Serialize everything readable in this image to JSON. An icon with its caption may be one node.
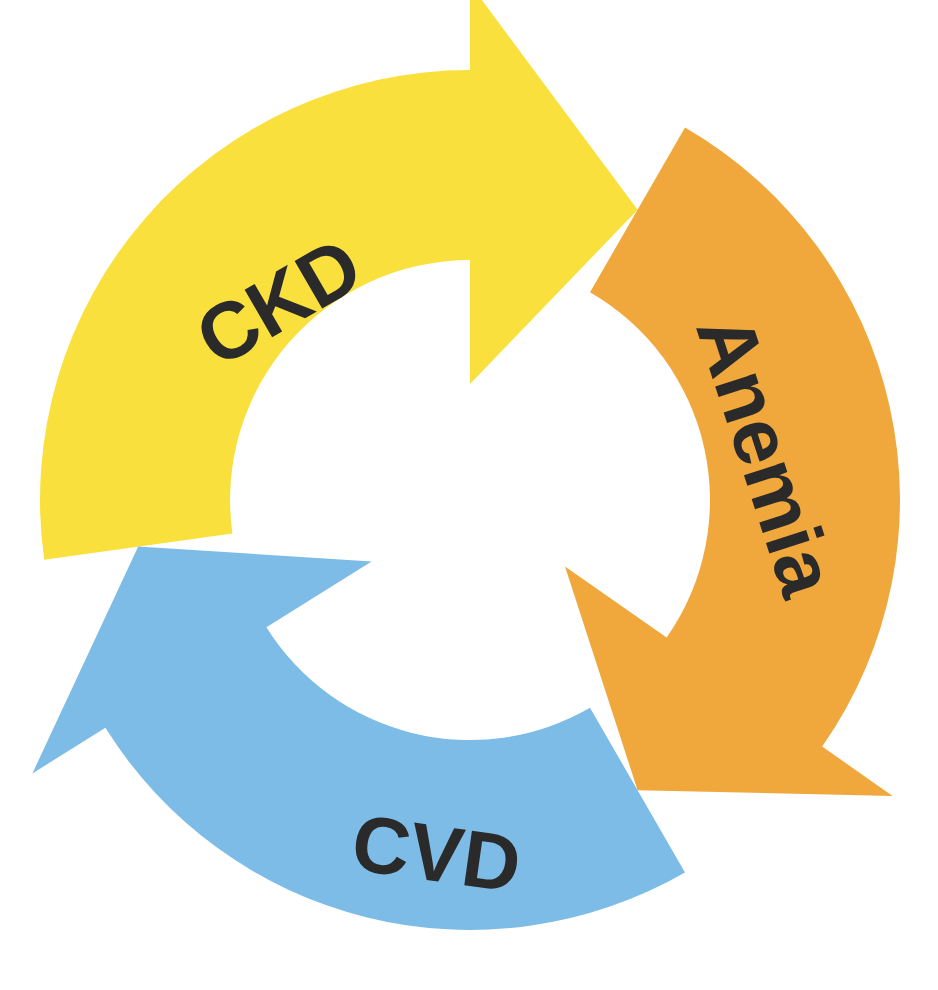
{
  "diagram": {
    "nodes": [
      {
        "text": [
          "CKD"
        ]
      },
      {
        "text": [
          "Anemia"
        ]
      },
      {
        "text": [
          "CVD"
        ]
      }
    ]
  }
}
